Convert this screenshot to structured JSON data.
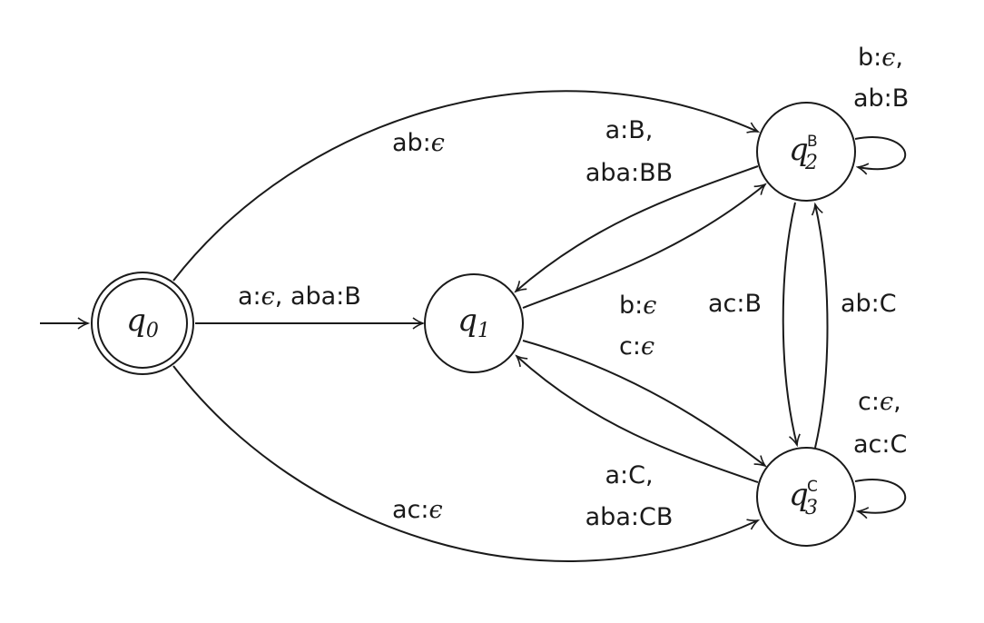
{
  "states": {
    "q0": {
      "name": "q",
      "sub": "0",
      "sup": ""
    },
    "q1": {
      "name": "q",
      "sub": "1",
      "sup": ""
    },
    "q2": {
      "name": "q",
      "sub": "2",
      "sup": "B"
    },
    "q3": {
      "name": "q",
      "sub": "3",
      "sup": "C"
    }
  },
  "edges": {
    "q0_q2": {
      "lines": [
        {
          "pre": "ab:",
          "eps": "ϵ",
          "post": ""
        }
      ]
    },
    "q0_q1": {
      "lines": [
        {
          "pre": "a:",
          "eps": "ϵ",
          "post": ", aba:B"
        }
      ]
    },
    "q0_q3": {
      "lines": [
        {
          "pre": "ac:",
          "eps": "ϵ",
          "post": ""
        }
      ]
    },
    "q1_q2": {
      "lines": [
        {
          "pre": "a:B,",
          "eps": "",
          "post": ""
        },
        {
          "pre": "aba:BB",
          "eps": "",
          "post": ""
        }
      ]
    },
    "q2_q1": {
      "lines": [
        {
          "pre": "b:",
          "eps": "ϵ",
          "post": ""
        },
        {
          "pre": "c:",
          "eps": "ϵ",
          "post": ""
        }
      ]
    },
    "q1_q3": {
      "lines": [
        {
          "pre": "a:C,",
          "eps": "",
          "post": ""
        },
        {
          "pre": "aba:CB",
          "eps": "",
          "post": ""
        }
      ]
    },
    "q2_q3": {
      "lines": [
        {
          "pre": "ac:B",
          "eps": "",
          "post": ""
        }
      ]
    },
    "q3_q2": {
      "lines": [
        {
          "pre": "ab:C",
          "eps": "",
          "post": ""
        }
      ]
    },
    "loop_q2": {
      "lines": [
        {
          "pre": "b:",
          "eps": "ϵ",
          "post": ","
        },
        {
          "pre": "ab:B",
          "eps": "",
          "post": ""
        }
      ]
    },
    "loop_q3": {
      "lines": [
        {
          "pre": "c:",
          "eps": "ϵ",
          "post": ","
        },
        {
          "pre": "ac:C",
          "eps": "",
          "post": ""
        }
      ]
    }
  }
}
